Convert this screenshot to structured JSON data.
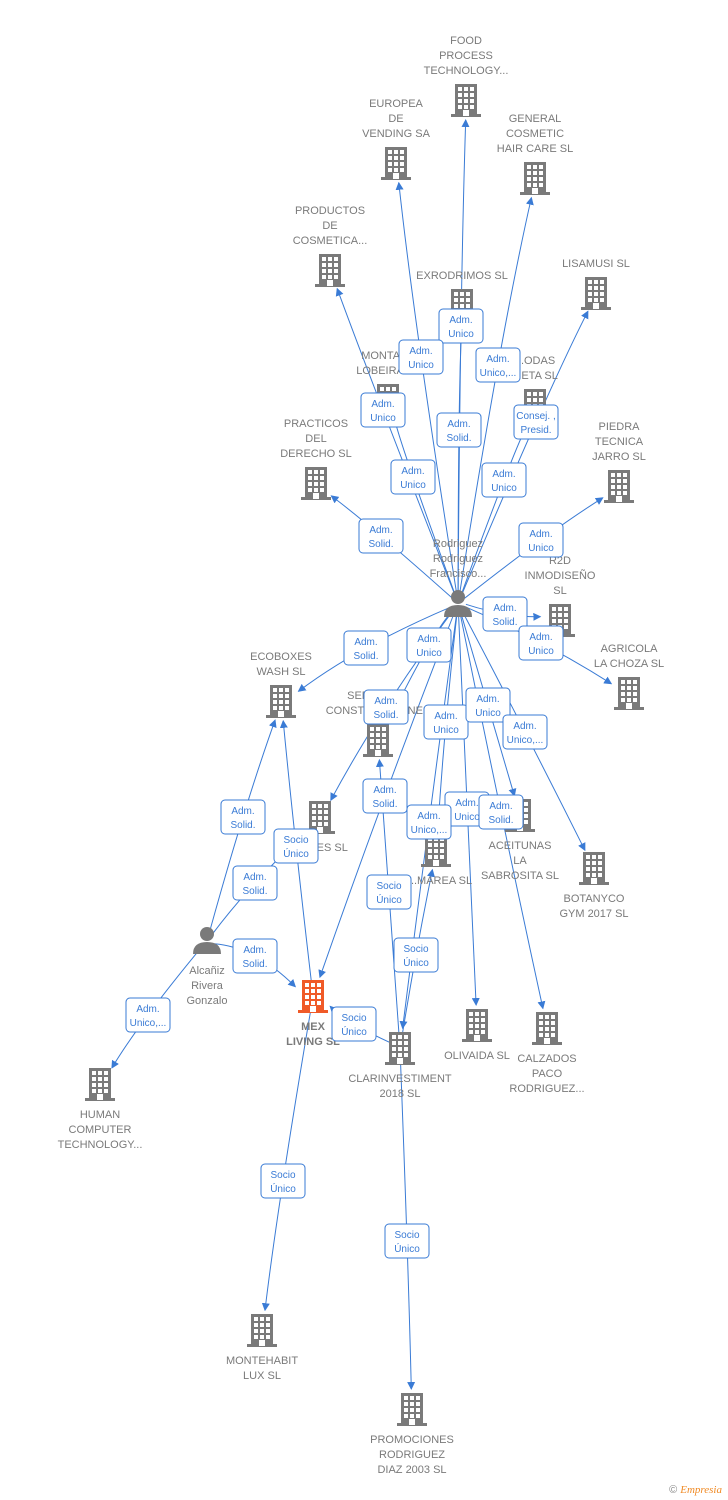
{
  "colors": {
    "line": "#3a7bd5",
    "node": "#7a7a7a",
    "focus": "#f05a28",
    "box_border": "#3a7bd5",
    "box_fill": "#ffffff"
  },
  "nodes": [
    {
      "id": "food",
      "kind": "company",
      "lines": [
        "FOOD",
        "PROCESS",
        "TECHNOLOGY..."
      ]
    },
    {
      "id": "europea",
      "kind": "company",
      "lines": [
        "EUROPEA",
        "DE",
        "VENDING SA"
      ]
    },
    {
      "id": "general",
      "kind": "company",
      "lines": [
        "GENERAL",
        "COSMETIC",
        "HAIR CARE  SL"
      ]
    },
    {
      "id": "productos",
      "kind": "company",
      "lines": [
        "PRODUCTOS",
        "DE",
        "COSMETICA..."
      ]
    },
    {
      "id": "exrodrimos",
      "kind": "company",
      "lines": [
        "EXRODRIMOS SL"
      ]
    },
    {
      "id": "lisamusi",
      "kind": "company",
      "lines": [
        "LISAMUSI SL"
      ]
    },
    {
      "id": "montaj",
      "kind": "company",
      "lines": [
        "MONTAJ...",
        "LOBEIRA SL"
      ]
    },
    {
      "id": "bodas",
      "kind": "company",
      "lines": [
        "...ODAS",
        "...ETA  SL"
      ]
    },
    {
      "id": "practicos",
      "kind": "company",
      "lines": [
        "PRACTICOS",
        "DEL",
        "DERECHO SL"
      ]
    },
    {
      "id": "piedra",
      "kind": "company",
      "lines": [
        "PIEDRA",
        "TECNICA",
        "JARRO SL"
      ]
    },
    {
      "id": "rodriguez",
      "kind": "person",
      "lines": [
        "Rodriguez",
        "Rodriguez",
        "Francisco..."
      ]
    },
    {
      "id": "r2d",
      "kind": "company",
      "lines": [
        "R2D",
        "INMODISEÑO",
        "SL"
      ]
    },
    {
      "id": "agricola",
      "kind": "company",
      "lines": [
        "AGRICOLA",
        "LA CHOZA SL"
      ]
    },
    {
      "id": "ecoboxes",
      "kind": "company",
      "lines": [
        "ECOBOXES",
        "WASH  SL"
      ]
    },
    {
      "id": "serduran",
      "kind": "company",
      "lines": [
        "SERDURAN",
        "CONSTRUCCIONES"
      ]
    },
    {
      "id": "boxes",
      "kind": "company",
      "lines": [
        "...XES  SL"
      ]
    },
    {
      "id": "area",
      "kind": "company",
      "lines": [
        "...MAREA  SL"
      ]
    },
    {
      "id": "aceitunas",
      "kind": "company",
      "lines": [
        "ACEITUNAS",
        "LA",
        "SABROSITA  SL"
      ]
    },
    {
      "id": "botanyco",
      "kind": "company",
      "lines": [
        "BOTANYCO",
        "GYM 2017  SL"
      ]
    },
    {
      "id": "alcaniz",
      "kind": "person",
      "lines": [
        "Alcañiz",
        "Rivera",
        "Gonzalo"
      ]
    },
    {
      "id": "mex",
      "kind": "focus",
      "lines": [
        "MEX",
        "LIVING  SL"
      ]
    },
    {
      "id": "clarinv",
      "kind": "company",
      "lines": [
        "CLARINVESTIMENT",
        "2018  SL"
      ]
    },
    {
      "id": "olivaida",
      "kind": "company",
      "lines": [
        "OLIVAIDA SL"
      ]
    },
    {
      "id": "calzados",
      "kind": "company",
      "lines": [
        "CALZADOS",
        "PACO",
        "RODRIGUEZ..."
      ]
    },
    {
      "id": "human",
      "kind": "company",
      "lines": [
        "HUMAN",
        "COMPUTER",
        "TECHNOLOGY..."
      ]
    },
    {
      "id": "montehabit",
      "kind": "company",
      "lines": [
        "MONTEHABIT",
        "LUX  SL"
      ]
    },
    {
      "id": "promociones",
      "kind": "company",
      "lines": [
        "PROMOCIONES",
        "RODRIGUEZ",
        "DIAZ 2003  SL"
      ]
    }
  ],
  "edges": [
    {
      "from": "rodriguez",
      "to": "food",
      "label": [
        "Adm.",
        "Unico"
      ]
    },
    {
      "from": "rodriguez",
      "to": "europea",
      "label": [
        "Adm.",
        "Unico"
      ]
    },
    {
      "from": "rodriguez",
      "to": "general",
      "label": [
        "Adm.",
        "Unico,..."
      ]
    },
    {
      "from": "rodriguez",
      "to": "productos",
      "label": [
        "Adm.",
        "Unico"
      ]
    },
    {
      "from": "rodriguez",
      "to": "exrodrimos",
      "label": [
        "Adm.",
        "Solid."
      ]
    },
    {
      "from": "rodriguez",
      "to": "lisamusi",
      "label": [
        "Consej. ,",
        "Presid."
      ]
    },
    {
      "from": "rodriguez",
      "to": "montaj",
      "label": [
        "Adm.",
        "Unico"
      ]
    },
    {
      "from": "rodriguez",
      "to": "bodas",
      "label": [
        "Adm.",
        "Unico"
      ]
    },
    {
      "from": "rodriguez",
      "to": "practicos",
      "label": [
        "Adm.",
        "Solid."
      ]
    },
    {
      "from": "rodriguez",
      "to": "piedra",
      "label": [
        "Adm.",
        "Unico"
      ]
    },
    {
      "from": "rodriguez",
      "to": "r2d",
      "label": [
        "Adm.",
        "Solid."
      ]
    },
    {
      "from": "rodriguez",
      "to": "agricola",
      "label": [
        "Adm.",
        "Unico"
      ]
    },
    {
      "from": "rodriguez",
      "to": "ecoboxes",
      "label": [
        "Adm.",
        "Solid."
      ]
    },
    {
      "from": "rodriguez",
      "to": "serduran",
      "label": [
        "Adm.",
        "Unico"
      ]
    },
    {
      "from": "rodriguez",
      "to": "boxes",
      "label": [
        "Adm.",
        "Solid."
      ]
    },
    {
      "from": "rodriguez",
      "to": "area",
      "label": [
        "Adm.",
        "Unico"
      ]
    },
    {
      "from": "rodriguez",
      "to": "aceitunas",
      "label": [
        "Adm.",
        "Unico"
      ]
    },
    {
      "from": "rodriguez",
      "to": "botanyco",
      "label": [
        "Adm.",
        "Unico,..."
      ]
    },
    {
      "from": "rodriguez",
      "to": "mex",
      "label": [
        "Adm.",
        "Solid."
      ]
    },
    {
      "from": "rodriguez",
      "to": "olivaida",
      "label": [
        "Adm.",
        "Unico"
      ]
    },
    {
      "from": "rodriguez",
      "to": "calzados",
      "label": [
        "Adm.",
        "Solid."
      ]
    },
    {
      "from": "rodriguez",
      "to": "clarinv",
      "label": [
        "Adm.",
        "Unico,..."
      ]
    },
    {
      "from": "alcaniz",
      "to": "ecoboxes",
      "label": [
        "Adm.",
        "Solid."
      ]
    },
    {
      "from": "alcaniz",
      "to": "boxes",
      "label": [
        "Adm.",
        "Solid."
      ]
    },
    {
      "from": "alcaniz",
      "to": "mex",
      "label": [
        "Adm.",
        "Solid."
      ]
    },
    {
      "from": "alcaniz",
      "to": "human",
      "label": [
        "Adm.",
        "Unico,..."
      ]
    },
    {
      "from": "mex",
      "to": "ecoboxes",
      "label": [
        "Socio",
        "Único"
      ]
    },
    {
      "from": "clarinv",
      "to": "serduran",
      "label": [
        "Socio",
        "Único"
      ]
    },
    {
      "from": "clarinv",
      "to": "area",
      "label": [
        "Socio",
        "Único"
      ]
    },
    {
      "from": "clarinv",
      "to": "mex",
      "label": [
        "Socio",
        "Único"
      ]
    },
    {
      "from": "mex",
      "to": "montehabit",
      "label": [
        "Socio",
        "Único"
      ]
    },
    {
      "from": "clarinv",
      "to": "promociones",
      "label": [
        "Socio",
        "Único"
      ]
    }
  ],
  "footer": {
    "symbol": "©",
    "brand": "Empresia"
  }
}
